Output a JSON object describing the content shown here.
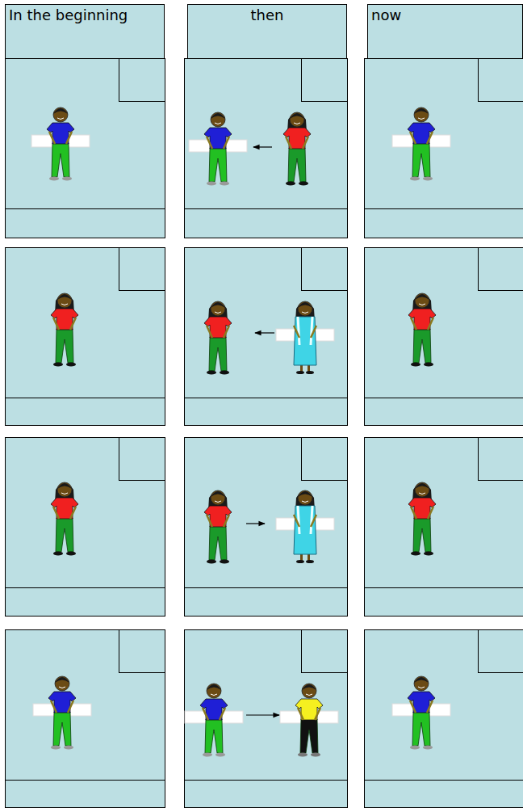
{
  "diagram": {
    "nodes": [
      {
        "text": [
          "In the beginning"
        ]
      },
      {
        "text": [
          "then"
        ]
      },
      {
        "text": [
          "now"
        ]
      }
    ]
  }
}
